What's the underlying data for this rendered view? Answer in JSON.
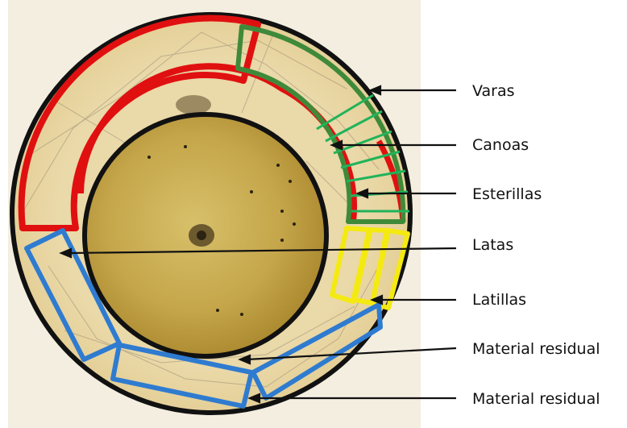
{
  "figure": {
    "image": "cross-section of a circular timber/wood slab with labeled component regions",
    "colors": {
      "background_photo": "#f6f2e6",
      "wood_outer": "#e9d8a8",
      "wood_inner": "#c5a64a",
      "outline": "#111111",
      "red": "#e01010",
      "green": "#3f8a3a",
      "bright_green": "#21b35a",
      "yellow": "#f4ea12",
      "blue": "#2f7bd0"
    }
  },
  "labels": {
    "varas": "Varas",
    "canoas": "Canoas",
    "esterillas": "Esterillas",
    "latas": "Latas",
    "latillas": "Latillas",
    "material_residual_1": "Material residual",
    "material_residual_2": "Material residual"
  }
}
